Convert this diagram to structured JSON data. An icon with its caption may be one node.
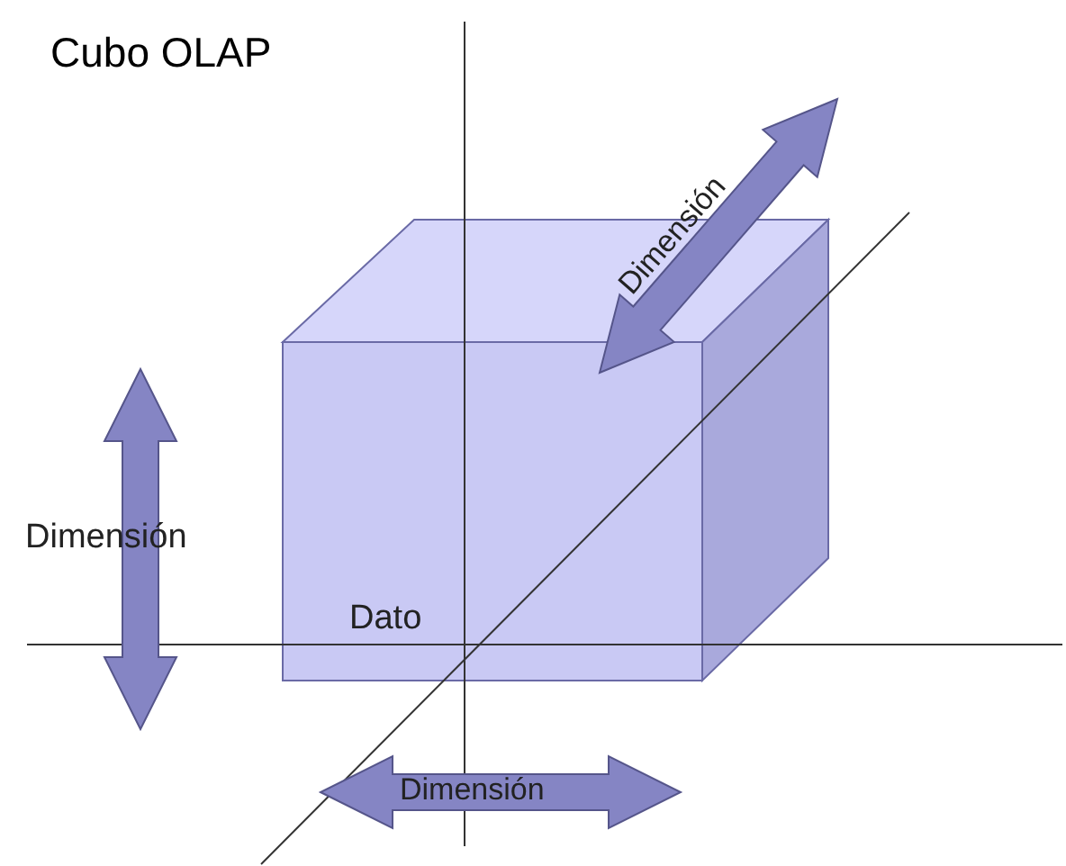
{
  "diagram": {
    "title": "Cubo OLAP",
    "labels": [
      "Dimensión",
      "Dimensión",
      "Dimensión",
      "Dato"
    ]
  }
}
